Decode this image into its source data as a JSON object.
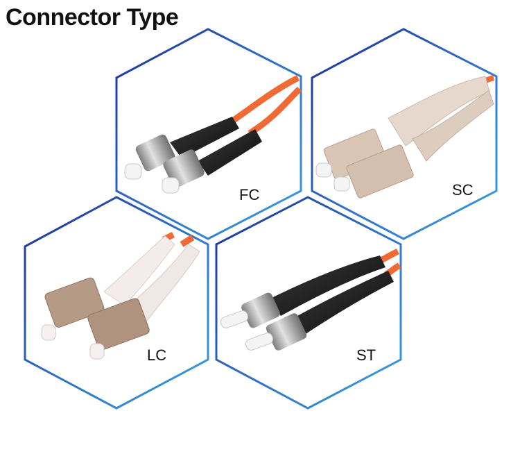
{
  "title": "Connector Type",
  "connectors": [
    {
      "label": "FC"
    },
    {
      "label": "SC"
    },
    {
      "label": "LC"
    },
    {
      "label": "ST"
    }
  ],
  "colors": {
    "frame_outer": "#1d2f8f",
    "frame_inner": "#3aa0dc",
    "cable_orange": "#f06a35",
    "boot_black": "#1b1b1b",
    "boot_beige": "#e6d8cc",
    "lc_boot_white": "#f3ecea",
    "ferrule_white": "#f4f4f4",
    "metal": "#b8b8b8",
    "sc_body": "#d9c6b5",
    "lc_body": "#b59a86"
  }
}
